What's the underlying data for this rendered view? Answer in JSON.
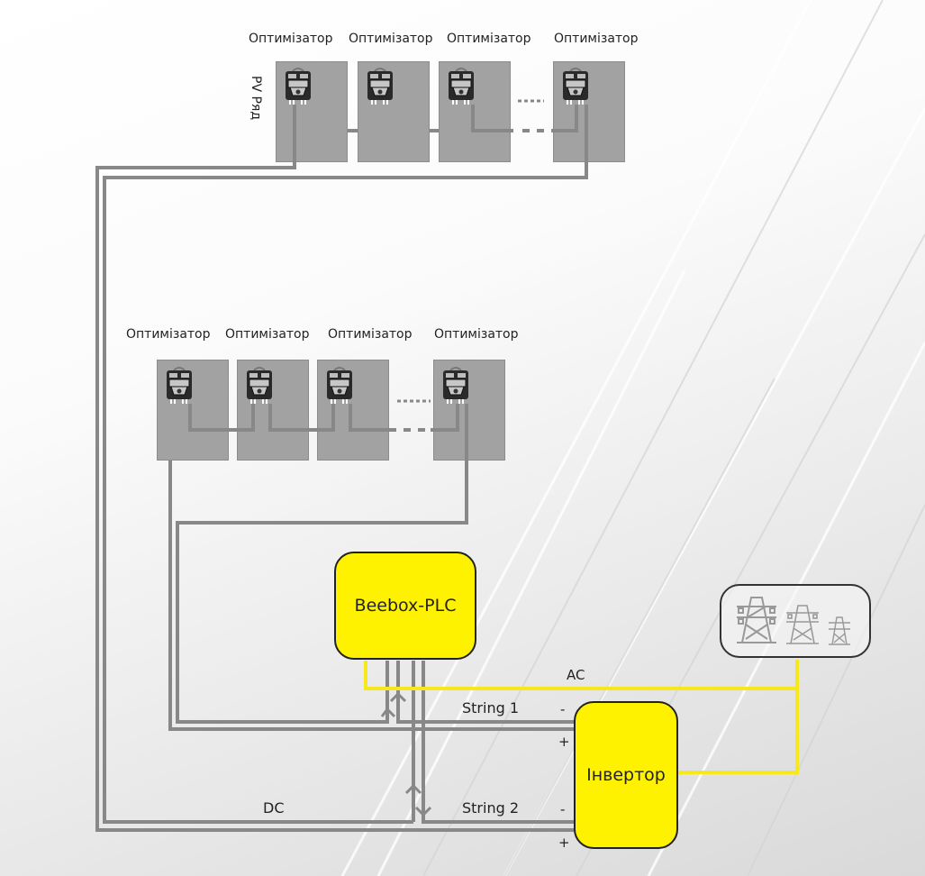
{
  "row1": {
    "label": "PV Ряд",
    "optimizers": [
      "Оптимізатор",
      "Оптимізатор",
      "Оптимізатор",
      "Оптимізатор"
    ]
  },
  "row2": {
    "optimizers": [
      "Оптимізатор",
      "Оптимізатор",
      "Оптимізатор",
      "Оптимізатор"
    ]
  },
  "devices": {
    "beebox": "Beebox-PLC",
    "inverter": "Інвертор",
    "grid_icon": "power-transmission-towers-icon"
  },
  "wires": {
    "ac": "AC",
    "dc": "DC",
    "string1": "String 1",
    "string2": "String 2",
    "minus": "-",
    "plus": "+"
  },
  "colors": {
    "dc_wire": "#888888",
    "ac_wire": "#f7e81c",
    "device_fill": "#fff200",
    "panel_fill": "#a2a2a2"
  }
}
